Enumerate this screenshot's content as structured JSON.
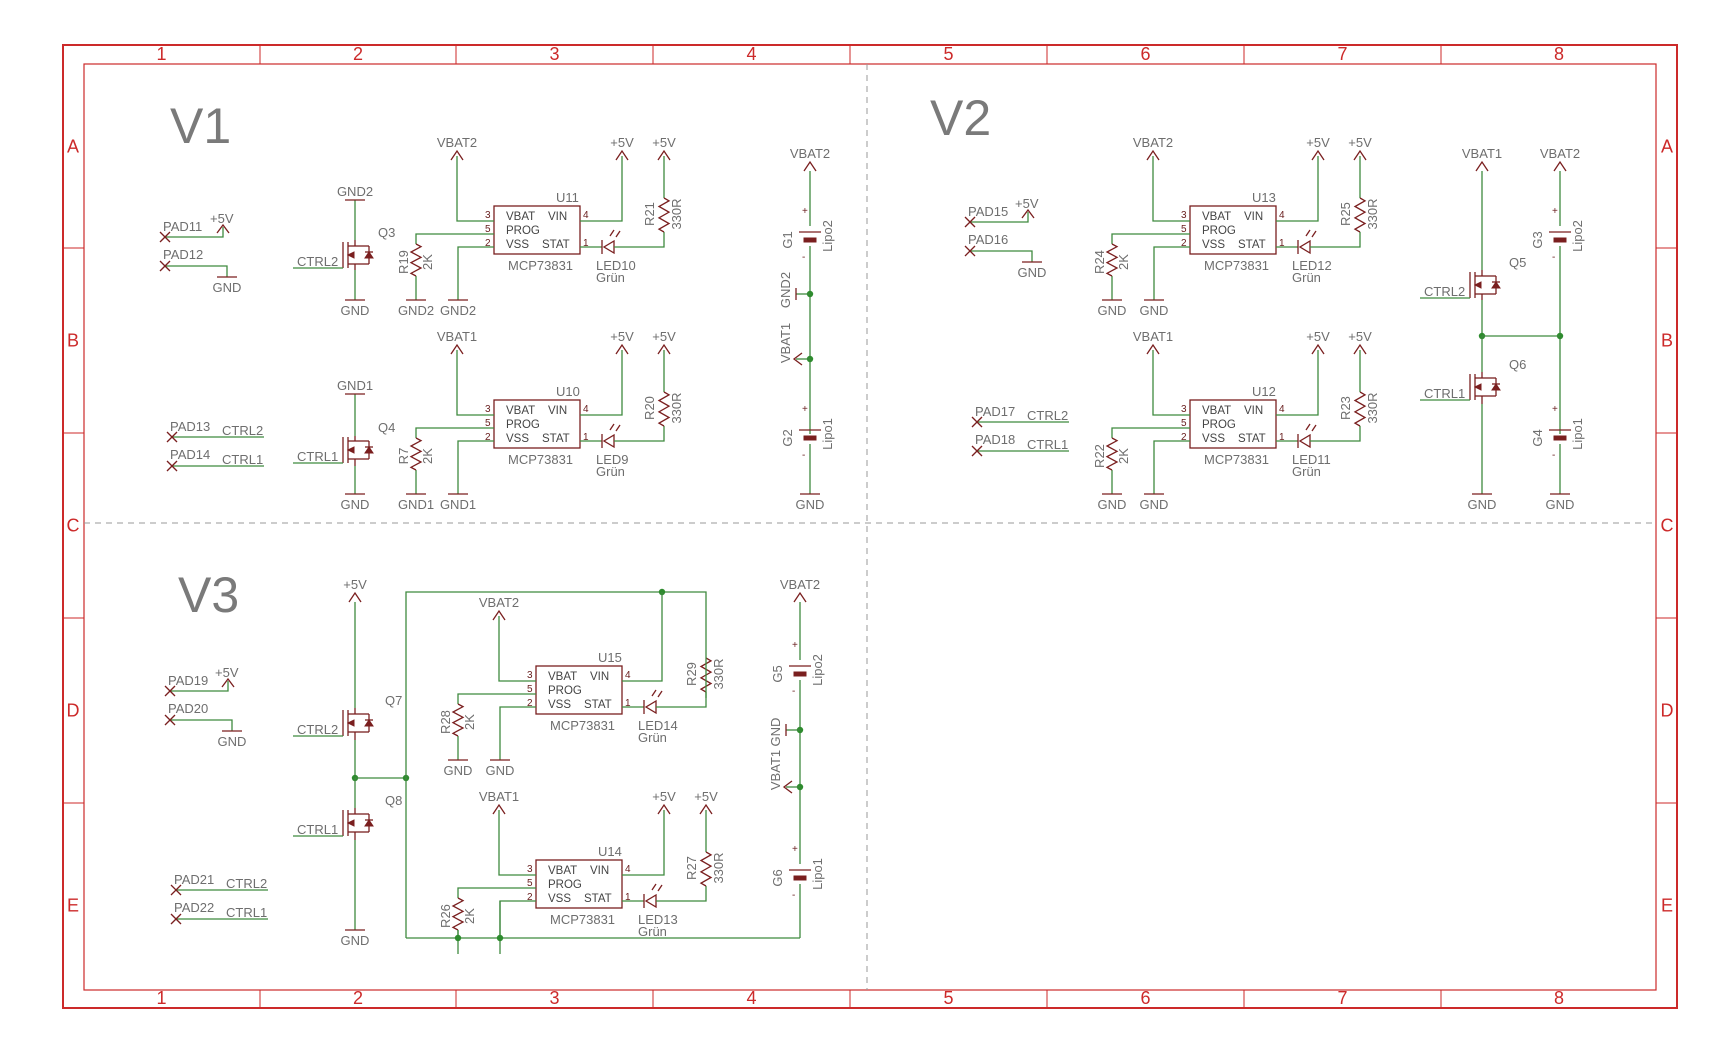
{
  "frame": {
    "columns": [
      "1",
      "2",
      "3",
      "4",
      "5",
      "6",
      "7",
      "8"
    ],
    "rows": [
      "A",
      "B",
      "C",
      "D",
      "E"
    ],
    "border_color": "#cc2a2a",
    "wire_color": "#3f8a3f",
    "symbol_color": "#7a1f1f"
  },
  "sections": [
    {
      "title": "V1"
    },
    {
      "title": "V2"
    },
    {
      "title": "V3"
    }
  ],
  "chargers": [
    {
      "ref": "U11",
      "part": "MCP73831",
      "vbat_net": "VBAT2",
      "vin_net": "+5V",
      "led_supply": "+5V",
      "led": "LED10",
      "led_color": "Grün",
      "r_prog": "R19",
      "r_prog_val": "2K",
      "r_led": "R21",
      "r_led_val": "330R",
      "gnd_r": "GND2",
      "gnd_vss": "GND2",
      "pins": {
        "vbat": "VBAT",
        "vin": "VIN",
        "prog": "PROG",
        "vss": "VSS",
        "stat": "STAT"
      }
    },
    {
      "ref": "U10",
      "part": "MCP73831",
      "vbat_net": "VBAT1",
      "vin_net": "+5V",
      "led_supply": "+5V",
      "led": "LED9",
      "led_color": "Grün",
      "r_prog": "R7",
      "r_prog_val": "2K",
      "r_led": "R20",
      "r_led_val": "330R",
      "gnd_r": "GND1",
      "gnd_vss": "GND1",
      "pins": {
        "vbat": "VBAT",
        "vin": "VIN",
        "prog": "PROG",
        "vss": "VSS",
        "stat": "STAT"
      }
    },
    {
      "ref": "U13",
      "part": "MCP73831",
      "vbat_net": "VBAT2",
      "vin_net": "+5V",
      "led_supply": "+5V",
      "led": "LED12",
      "led_color": "Grün",
      "r_prog": "R24",
      "r_prog_val": "2K",
      "r_led": "R25",
      "r_led_val": "330R",
      "gnd_r": "GND",
      "gnd_vss": "GND",
      "pins": {
        "vbat": "VBAT",
        "vin": "VIN",
        "prog": "PROG",
        "vss": "VSS",
        "stat": "STAT"
      }
    },
    {
      "ref": "U12",
      "part": "MCP73831",
      "vbat_net": "VBAT1",
      "vin_net": "+5V",
      "led_supply": "+5V",
      "led": "LED11",
      "led_color": "Grün",
      "r_prog": "R22",
      "r_prog_val": "2K",
      "r_led": "R23",
      "r_led_val": "330R",
      "gnd_r": "GND",
      "gnd_vss": "GND",
      "pins": {
        "vbat": "VBAT",
        "vin": "VIN",
        "prog": "PROG",
        "vss": "VSS",
        "stat": "STAT"
      }
    },
    {
      "ref": "U15",
      "part": "MCP73831",
      "vbat_net": "VBAT2",
      "vin_net": "",
      "led_supply": "",
      "led": "LED14",
      "led_color": "Grün",
      "r_prog": "R28",
      "r_prog_val": "2K",
      "r_led": "R29",
      "r_led_val": "330R",
      "gnd_r": "GND",
      "gnd_vss": "GND",
      "pins": {
        "vbat": "VBAT",
        "vin": "VIN",
        "prog": "PROG",
        "vss": "VSS",
        "stat": "STAT"
      }
    },
    {
      "ref": "U14",
      "part": "MCP73831",
      "vbat_net": "VBAT1",
      "vin_net": "+5V",
      "led_supply": "+5V",
      "led": "LED13",
      "led_color": "Grün",
      "r_prog": "R26",
      "r_prog_val": "2K",
      "r_led": "R27",
      "r_led_val": "330R",
      "gnd_r": "",
      "gnd_vss": "",
      "pins": {
        "vbat": "VBAT",
        "vin": "VIN",
        "prog": "PROG",
        "vss": "VSS",
        "stat": "STAT"
      }
    }
  ],
  "pads": [
    {
      "pad1": "PAD11",
      "net1": "+5V",
      "pad2": "PAD12",
      "net2": "GND"
    },
    {
      "pad1": "PAD13",
      "net1": "CTRL2",
      "pad2": "PAD14",
      "net2": "CTRL1"
    },
    {
      "pad1": "PAD15",
      "net1": "+5V",
      "pad2": "PAD16",
      "net2": "GND"
    },
    {
      "pad1": "PAD17",
      "net1": "CTRL2",
      "pad2": "PAD18",
      "net2": "CTRL1"
    },
    {
      "pad1": "PAD19",
      "net1": "+5V",
      "pad2": "PAD20",
      "net2": "GND"
    },
    {
      "pad1": "PAD21",
      "net1": "CTRL2",
      "pad2": "PAD22",
      "net2": "CTRL1"
    }
  ],
  "mosfets": [
    {
      "ref": "Q3",
      "gate": "CTRL2",
      "top": "GND2",
      "bottom": "GND"
    },
    {
      "ref": "Q4",
      "gate": "CTRL1",
      "top": "GND1",
      "bottom": "GND"
    },
    {
      "ref": "Q5",
      "gate": "CTRL2",
      "top": "VBAT1"
    },
    {
      "ref": "Q6",
      "gate": "CTRL1",
      "bottom": "GND"
    },
    {
      "ref": "Q7",
      "gate": "CTRL2",
      "top": "+5V"
    },
    {
      "ref": "Q8",
      "gate": "CTRL1",
      "bottom": "GND"
    }
  ],
  "batteries": [
    {
      "ref": "G1",
      "value": "Lipo2",
      "plus": "+",
      "minus": "-"
    },
    {
      "ref": "G2",
      "value": "Lipo1",
      "plus": "+",
      "minus": "-"
    },
    {
      "ref": "G3",
      "value": "Lipo2",
      "plus": "+",
      "minus": "-"
    },
    {
      "ref": "G4",
      "value": "Lipo1",
      "plus": "+",
      "minus": "-"
    },
    {
      "ref": "G5",
      "value": "Lipo2",
      "plus": "+",
      "minus": "-"
    },
    {
      "ref": "G6",
      "value": "Lipo1",
      "plus": "+",
      "minus": "-"
    }
  ],
  "stack_nets": {
    "v1_top": "VBAT2",
    "v1_mid_gnd": "GND2",
    "v1_mid_vbat": "VBAT1",
    "v1_bottom": "GND",
    "v2_vbat1": "VBAT1",
    "v2_vbat2": "VBAT2",
    "v2_gnd_a": "GND",
    "v2_gnd_b": "GND",
    "v3_top": "VBAT2",
    "v3_mid_gnd": "GND",
    "v3_mid_vbat": "VBAT1"
  }
}
